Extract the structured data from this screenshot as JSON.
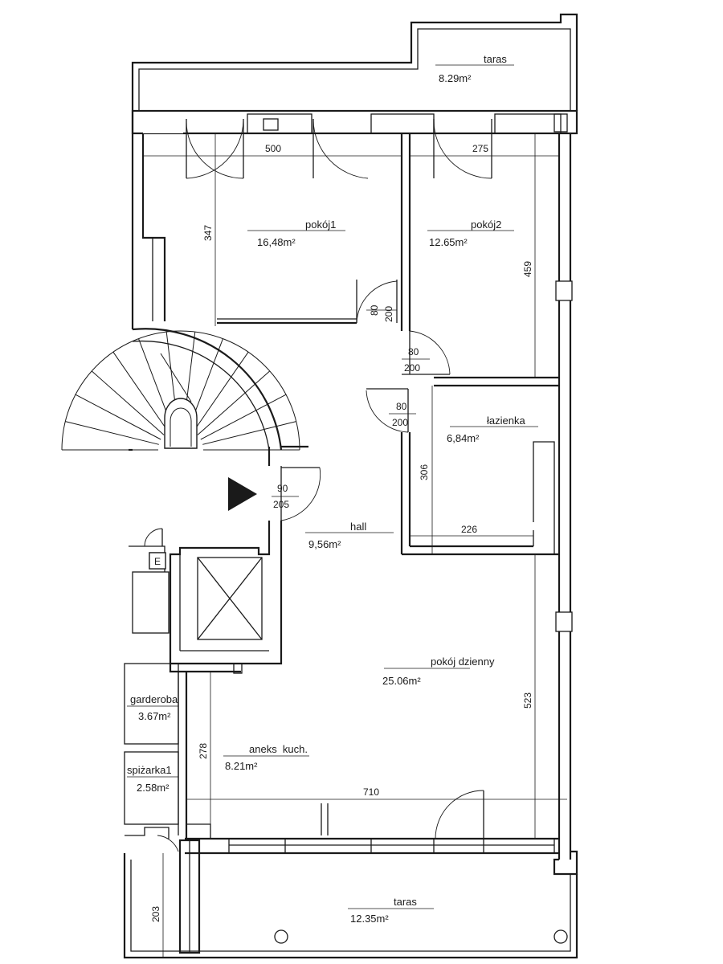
{
  "rooms": [
    {
      "name": "taras",
      "area": "8.29m²"
    },
    {
      "name": "pokój1",
      "area": "16,48m²"
    },
    {
      "name": "pokój2",
      "area": "12.65m²"
    },
    {
      "name": "łazienka",
      "area": "6,84m²"
    },
    {
      "name": "hall",
      "area": "9,56m²"
    },
    {
      "name": "pokój  dzienny",
      "area": "25.06m²"
    },
    {
      "name": "garderoba",
      "area": "3.67m²"
    },
    {
      "name": "spiżarka1",
      "area": "2.58m²"
    },
    {
      "name": "aneks  kuch.",
      "area": "8.21m²"
    },
    {
      "name": "taras",
      "area": "12.35m²"
    }
  ],
  "dimensions": {
    "pokoj1_width": "500",
    "pokoj2_width": "275",
    "pokoj1_depth": "347",
    "pokoj2_depth": "459",
    "lazienka_depth": "306",
    "lazienka_width": "226",
    "dzienny_depth": "523",
    "aneks_depth": "278",
    "total_width": "710",
    "taras_depth": "203"
  },
  "doors": [
    {
      "width": "80",
      "height": "200"
    },
    {
      "width": "80",
      "height": "200"
    },
    {
      "width": "80",
      "height": "200"
    },
    {
      "width": "90",
      "height": "205"
    }
  ],
  "symbols": {
    "elevator_marker": "E",
    "entrance_arrow": "entrance-arrow-icon"
  }
}
